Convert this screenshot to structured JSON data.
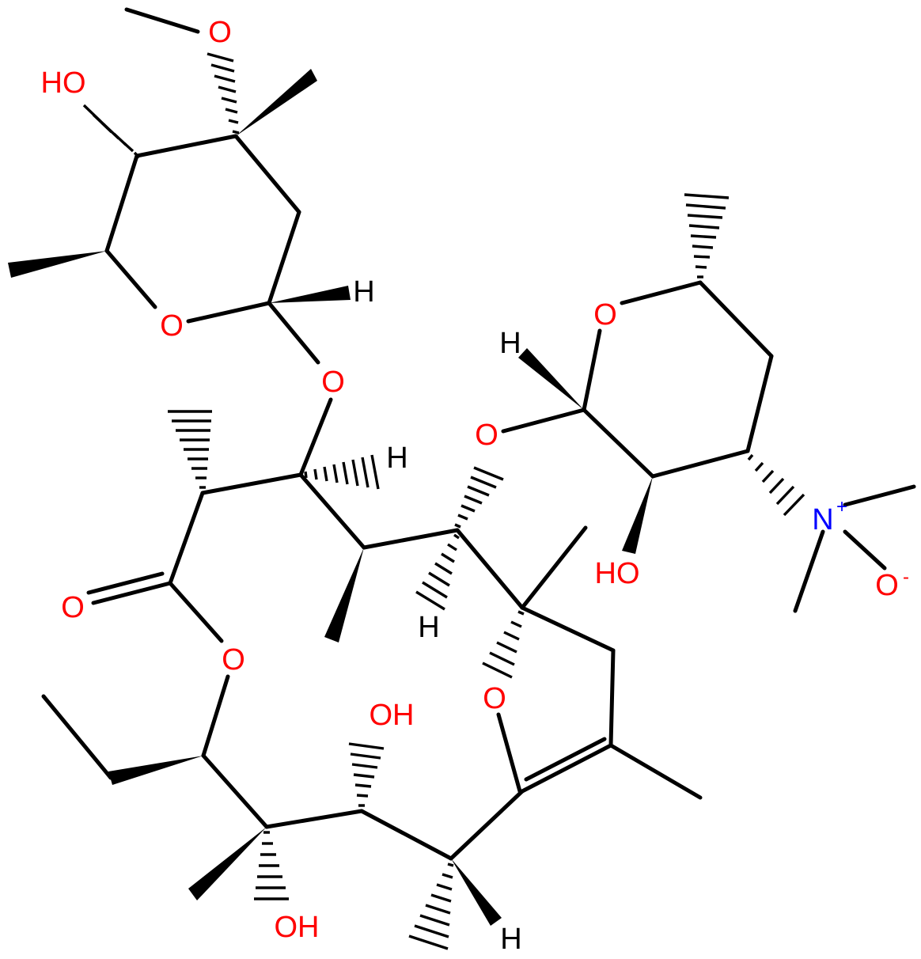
{
  "colors": {
    "bond": "#000000",
    "oxygen": "#ff0000",
    "nitrogen": "#0000ff",
    "hydrogen": "#000000",
    "background": "#ffffff"
  },
  "atom_labels": {
    "o_methoxy": "O",
    "ho_cladinose": "HO",
    "o_cladinose_ring": "O",
    "h_cladinose_anomeric": "H",
    "o_glycosidic_cladinose": "O",
    "h_c3": "H",
    "o_glycosidic_desosamine": "O",
    "h_desosamine_anomeric": "H",
    "o_desosamine_ring": "O",
    "ho_desosamine": "HO",
    "n_dimethylamino": "N",
    "n_charge": "+",
    "o_n_oxide": "O",
    "o_n_oxide_charge": "-",
    "o_carbonyl": "O",
    "o_lactone": "O",
    "h_c5": "H",
    "o_enol_ether": "O",
    "oh_c11": "OH",
    "oh_c12": "OH",
    "h_c8": "H"
  }
}
